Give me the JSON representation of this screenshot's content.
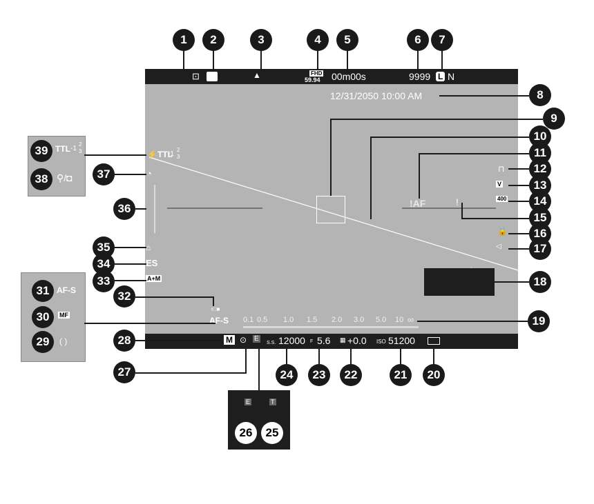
{
  "top": {
    "fhd": "FHD",
    "fps": "59.94",
    "rec_time": "00m00s",
    "frames": "9999",
    "size": "L",
    "quality": "N",
    "datetime": "12/31/2050 10:00 AM"
  },
  "left": {
    "flash": "TTL",
    "flash_comp": "-1",
    "flash_frac_n": "2",
    "flash_frac_d": "3",
    "shutter_type": "ES",
    "focus_check": "A+M",
    "af_mode": "AF-S",
    "af_icons": "r□■"
  },
  "right": {
    "af_warning": "!AF"
  },
  "panel_left": {
    "flash": "TTL",
    "flash_comp": "-1",
    "frac_n": "2",
    "frac_d": "3"
  },
  "panel_af": {
    "afs": "AF-S",
    "mf": "MF"
  },
  "distance_scale": [
    "0.1",
    "0.5",
    "1.0",
    "1.5",
    "2.0",
    "3.0",
    "5.0",
    "10",
    "∞"
  ],
  "bottom": {
    "mode": "M",
    "ss_label": "S.S.",
    "shutter": "12000",
    "f_label": "F",
    "aperture": "5.6",
    "exposure_comp": "+0.0",
    "iso_label": "ISO",
    "iso": "51200"
  },
  "callouts": [
    "1",
    "2",
    "3",
    "4",
    "5",
    "6",
    "7",
    "8",
    "9",
    "10",
    "11",
    "12",
    "13",
    "14",
    "15",
    "16",
    "17",
    "18",
    "19",
    "20",
    "21",
    "22",
    "23",
    "24",
    "25",
    "26",
    "27",
    "28",
    "29",
    "30",
    "31",
    "32",
    "33",
    "34",
    "35",
    "36",
    "37",
    "38",
    "39"
  ]
}
